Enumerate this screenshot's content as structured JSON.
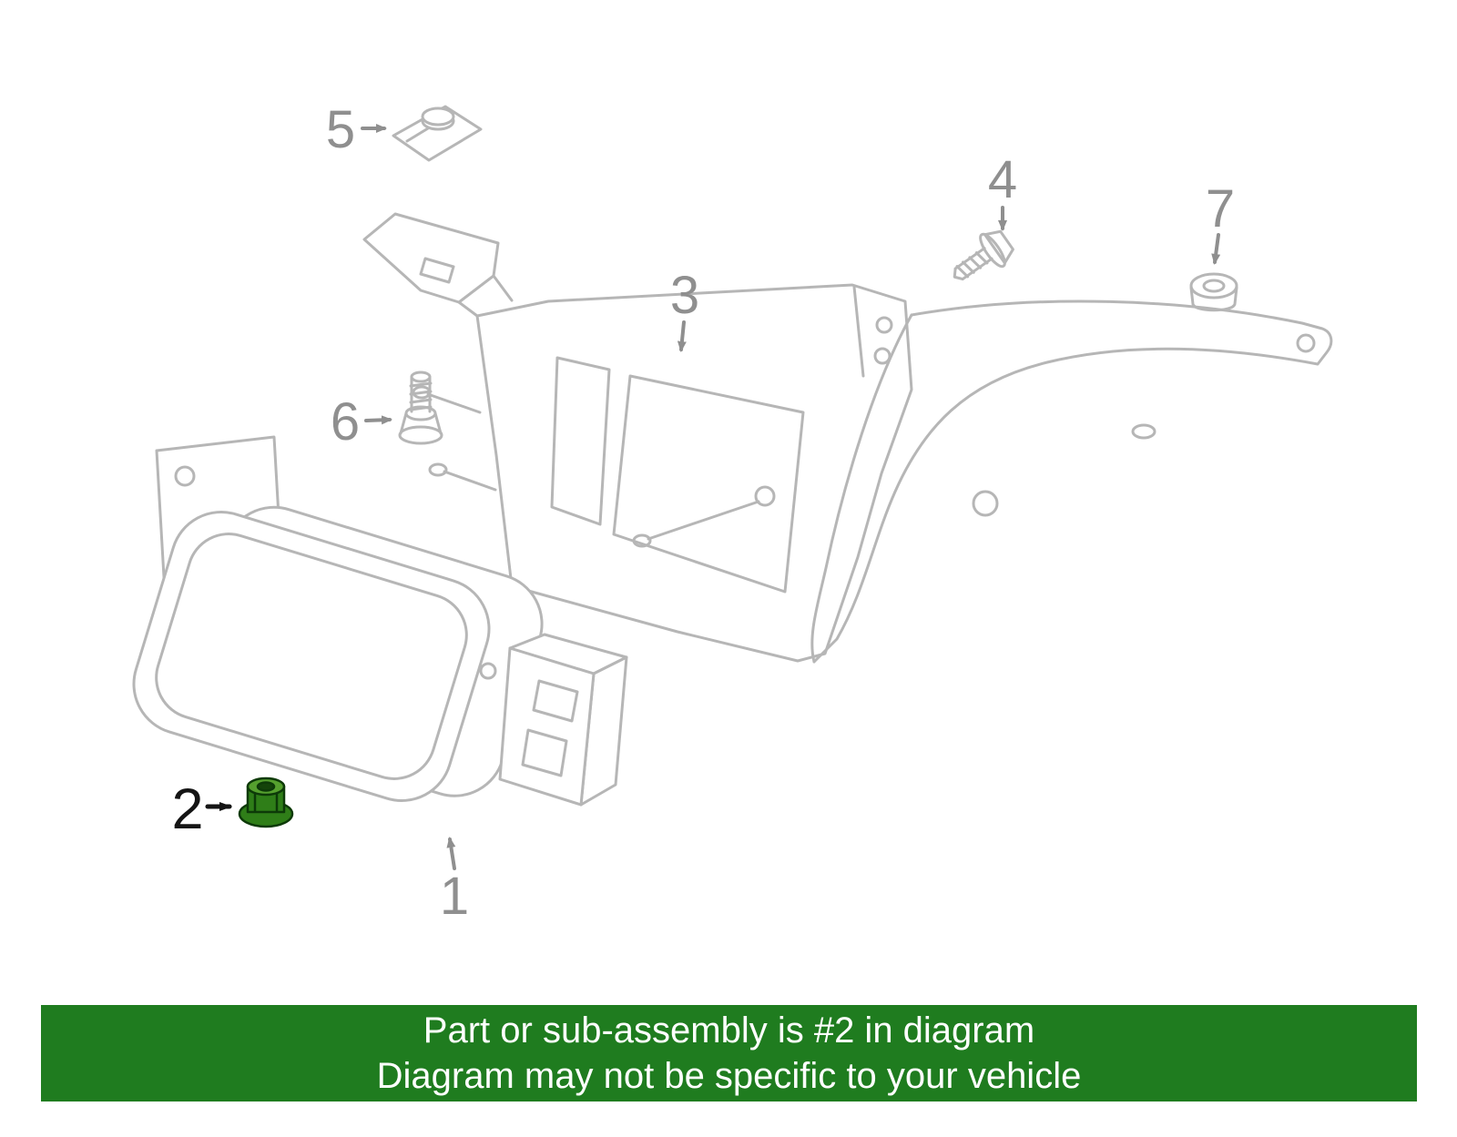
{
  "banner": {
    "line1": "Part or sub-assembly is #2 in diagram",
    "line2": "Diagram may not be specific to your vehicle"
  },
  "colors": {
    "banner_bg": "#1f7c1f",
    "banner_text": "#ffffff",
    "diagram_line": "#b6b6b6",
    "callout_gray": "#8f8f8f",
    "callout_black": "#141414",
    "highlight_green": "#2f7e18",
    "highlight_green_light": "#55a02e",
    "highlight_green_dark": "#0d3a08"
  },
  "callouts": [
    {
      "label": "1"
    },
    {
      "label": "2"
    },
    {
      "label": "3"
    },
    {
      "label": "4"
    },
    {
      "label": "5"
    },
    {
      "label": "6"
    },
    {
      "label": "7"
    }
  ]
}
